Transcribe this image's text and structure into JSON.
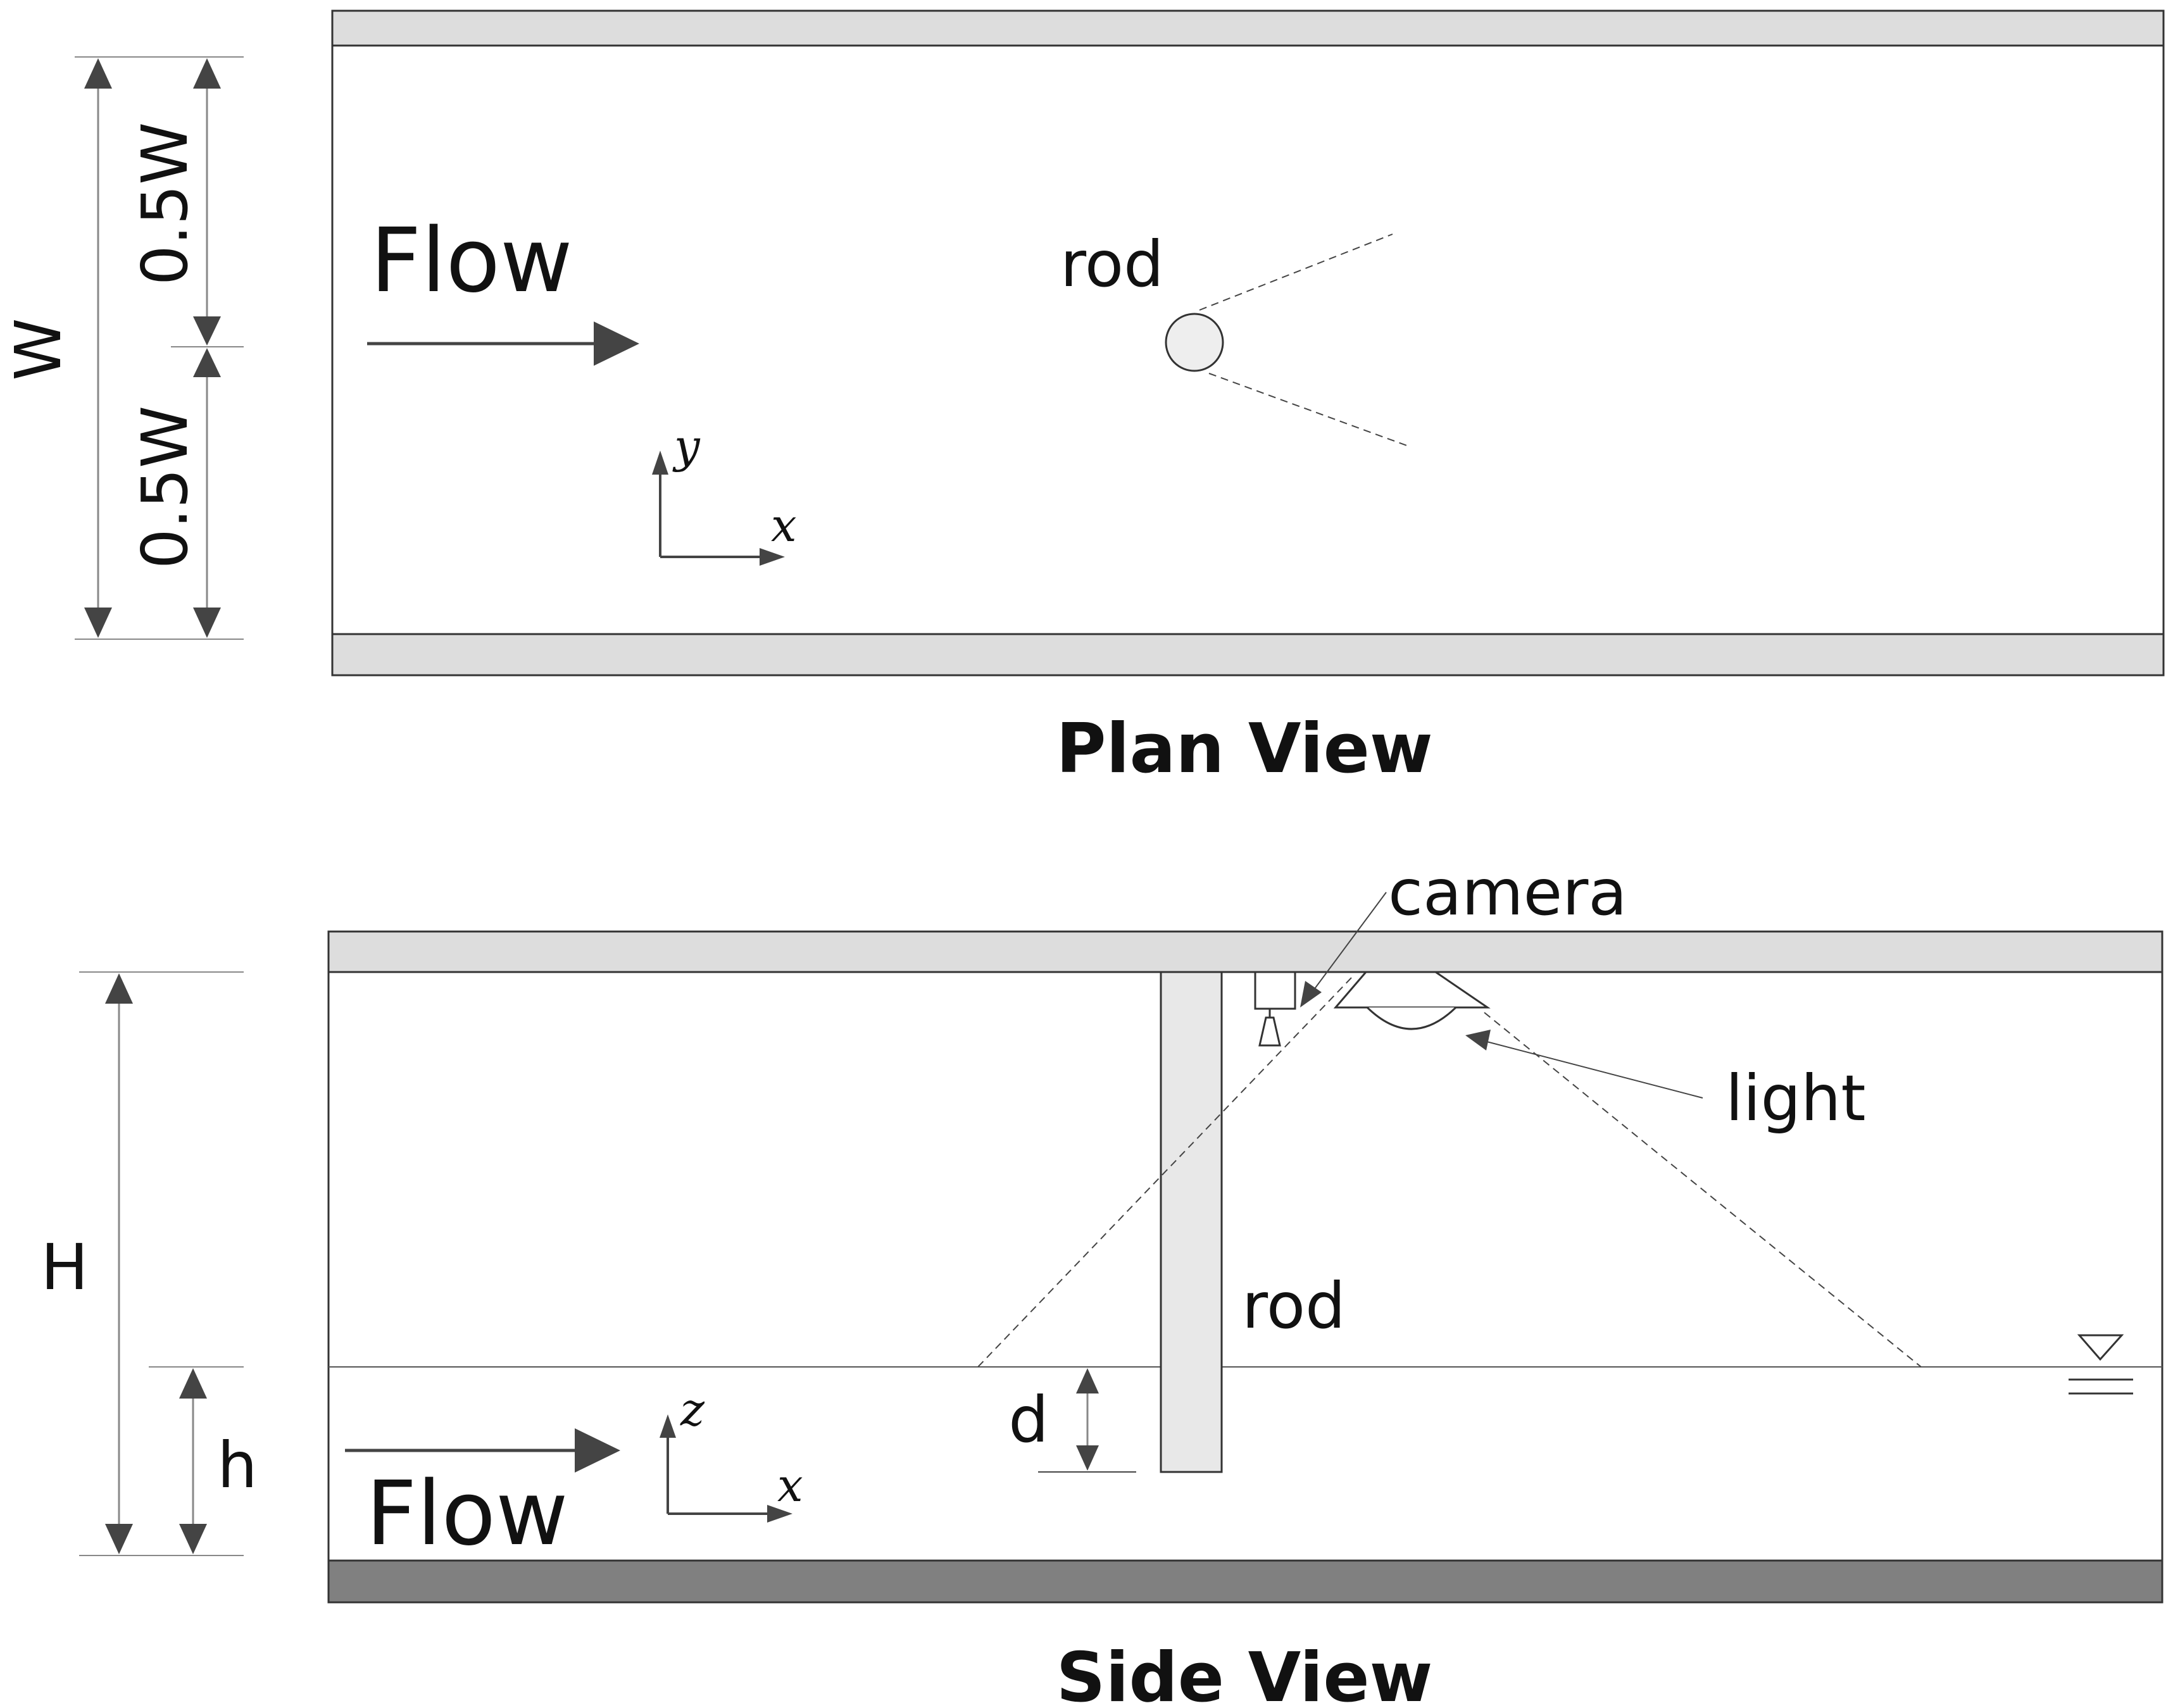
{
  "plan_view": {
    "title": "Plan View",
    "flow_label": "Flow",
    "rod_label": "rod",
    "dim_total": "W",
    "dim_upper": "0.5W",
    "dim_lower": "0.5W",
    "axis_y": "y",
    "axis_x": "x"
  },
  "side_view": {
    "title": "Side View",
    "flow_label": "Flow",
    "rod_label": "rod",
    "camera_label": "camera",
    "light_label": "light",
    "dim_total": "H",
    "dim_water": "h",
    "dim_gap": "d",
    "axis_z": "z",
    "axis_x": "x"
  },
  "colors": {
    "line": "#333333",
    "wall_fill": "#dddddd",
    "bed_fill": "#808080",
    "rod_fill": "#e8e8e8"
  }
}
